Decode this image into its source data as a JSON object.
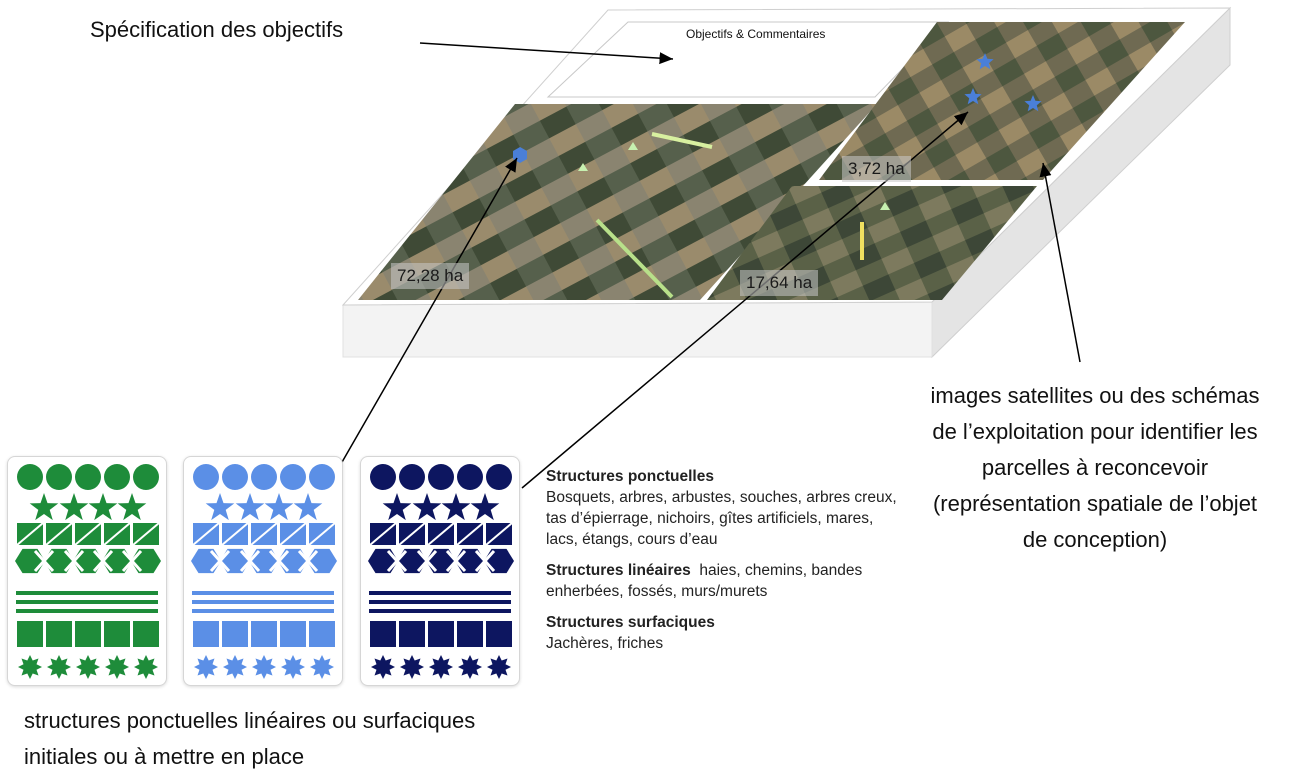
{
  "callouts": {
    "objectives_spec": "Spécification des objectifs",
    "satellite_images": "images satellites ou des schémas de l’exploitation pour identifier les parcelles à reconcevoir  (représentation spatiale de l’objet de conception)",
    "structures": "structures ponctuelles linéaires ou surfaciques initiales ou à mettre en place"
  },
  "board": {
    "objectives_title": "Objectifs & Commentaires",
    "photos": [
      {
        "area_label": "72,28 ha"
      },
      {
        "area_label": "3,72 ha"
      },
      {
        "area_label": "17,64 ha"
      }
    ]
  },
  "legend": {
    "ponctuelles_title": "Structures ponctuelles",
    "ponctuelles_text": "Bosquets, arbres, arbustes, souches, arbres creux, tas d’épierrage, nichoirs, gîtes artificiels, mares, lacs, étangs, cours d’eau",
    "lineaires_title": "Structures linéaires",
    "lineaires_text": "haies, chemins, bandes enherbées, fossés, murs/murets",
    "surfaciques_title": "Structures surfaciques",
    "surfaciques_text": "Jachères, friches"
  },
  "cards": [
    {
      "name": "green",
      "color": "#1e8c3a"
    },
    {
      "name": "light-blue",
      "color": "#5b8fe6"
    },
    {
      "name": "navy",
      "color": "#0d1660"
    }
  ]
}
